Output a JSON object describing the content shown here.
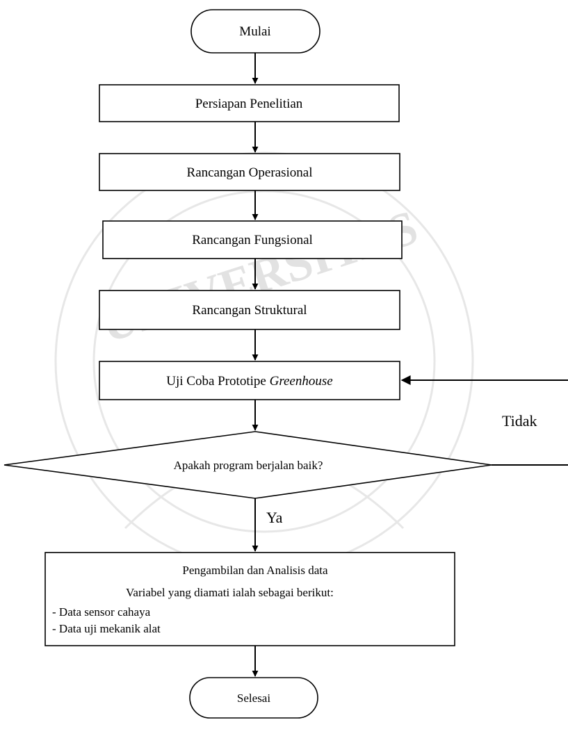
{
  "flowchart": {
    "start": "Mulai",
    "steps": {
      "persiapan": "Persiapan Penelitian",
      "operasional": "Rancangan Operasional",
      "fungsional": "Rancangan Fungsional",
      "struktural": "Rancangan Struktural",
      "uji_coba_prefix": "Uji Coba Prototipe ",
      "uji_coba_italic": "Greenhouse"
    },
    "decision": {
      "question": "Apakah program berjalan baik?",
      "no_label": "Tidak",
      "yes_label": "Ya"
    },
    "analysis": {
      "title": "Pengambilan dan Analisis data",
      "intro": "Variabel yang diamati ialah sebagai berikut:",
      "items": [
        "- Data sensor cahaya",
        "- Data uji mekanik alat"
      ]
    },
    "end": "Selesai"
  },
  "watermark": {
    "text": "UNIVERSITAS"
  }
}
